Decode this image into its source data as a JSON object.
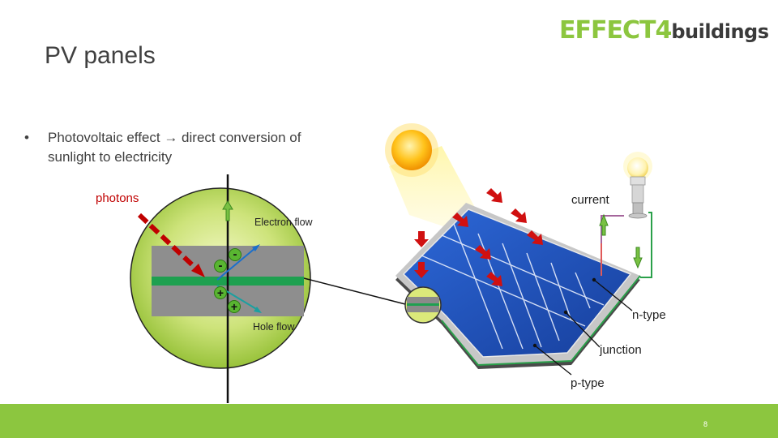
{
  "slide": {
    "title": "PV panels",
    "page_number": "8"
  },
  "logo": {
    "brand": "EFFECT4",
    "brand_sub": "buildings"
  },
  "bullet": {
    "marker": "•",
    "text": "Photovoltaic effect → direct conversion of sunlight to electricity"
  },
  "diagram": {
    "photons": "photons",
    "electron_flow": "Electron flow",
    "hole_flow": "Hole flow",
    "current": "current",
    "n_type": "n-type",
    "junction": "junction",
    "p_type": "p-type",
    "electron_sign": "-",
    "hole_sign": "+"
  },
  "colors": {
    "accent_green": "#8cc63f",
    "photon_red": "#c00000",
    "panel_blue": "#1f4fb5",
    "sun_yellow": "#f7b500"
  }
}
